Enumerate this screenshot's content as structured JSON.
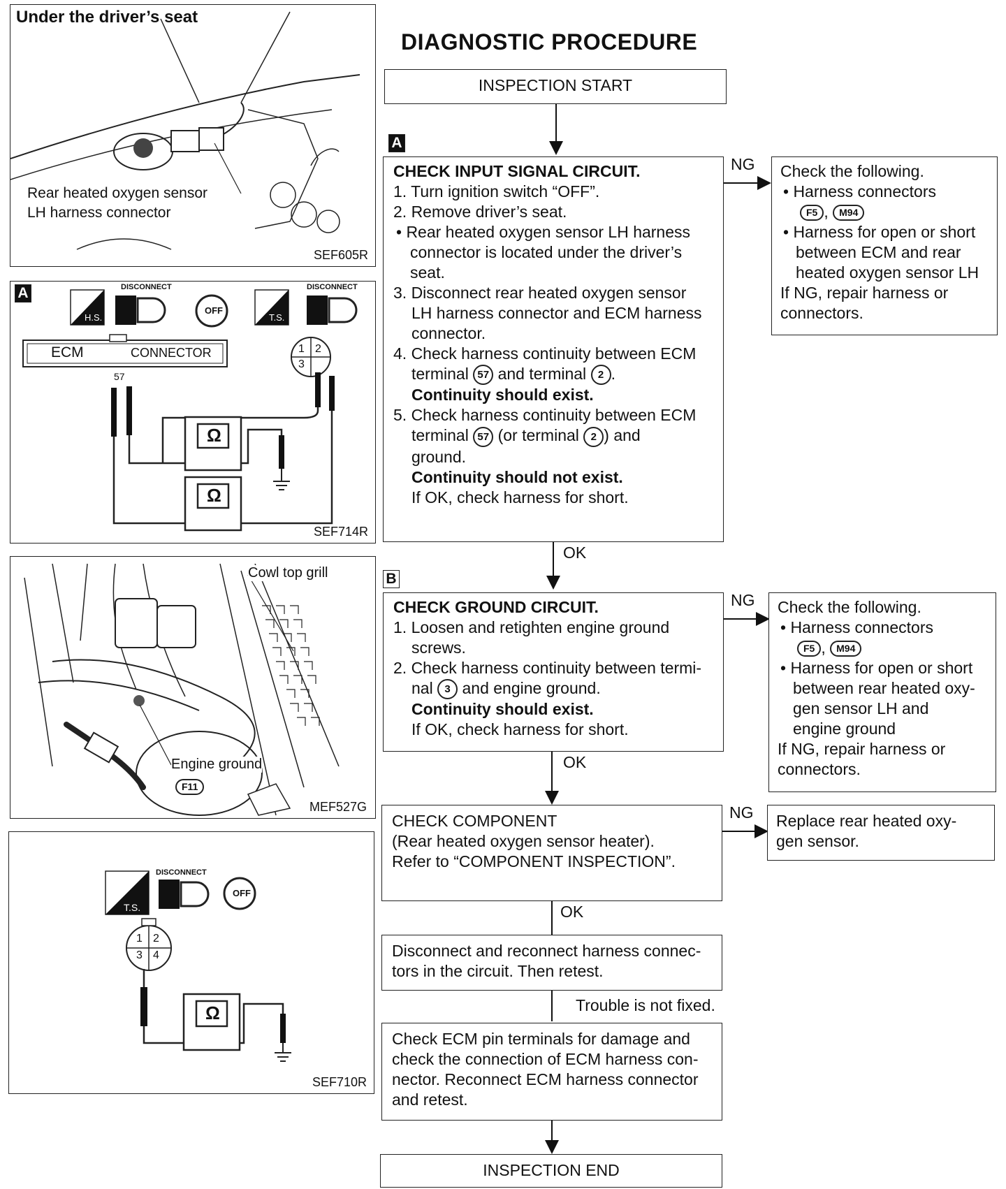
{
  "title": "DIAGNOSTIC PROCEDURE",
  "panel1": {
    "heading": "Under the driver’s seat",
    "label_line1": "Rear heated oxygen sensor",
    "label_line2": "LH harness connector",
    "code": "SEF605R"
  },
  "panel2": {
    "tag": "A",
    "disconnect_1": "DISCONNECT",
    "disconnect_2": "DISCONNECT",
    "hs": "H.S.",
    "ts": "T.S.",
    "off": "OFF",
    "ecm": "ECM",
    "connector": "CONNECTOR",
    "terminal": "57",
    "pins": [
      "1",
      "2",
      "3"
    ],
    "ohm": "Ω",
    "code": "SEF714R"
  },
  "panel3": {
    "cowl": "Cowl top grill",
    "ground": "Engine ground",
    "ground_conn": "F11",
    "code": "MEF527G"
  },
  "panel4": {
    "disconnect": "DISCONNECT",
    "ts": "T.S.",
    "off": "OFF",
    "pins": [
      "1",
      "2",
      "3",
      "4"
    ],
    "ohm": "Ω",
    "code": "SEF710R"
  },
  "flow": {
    "start": "INSPECTION START",
    "tag_a": "A",
    "tag_b": "B",
    "step_a": {
      "heading": "CHECK INPUT SIGNAL CIRCUIT.",
      "l1": "1. Turn ignition switch “OFF”.",
      "l2": "2. Remove driver’s seat.",
      "l3a": "• Rear heated oxygen sensor LH harness",
      "l3b": "connector is located under the driver’s",
      "l3c": "seat.",
      "l4a": "3. Disconnect rear heated oxygen sensor",
      "l4b": "LH harness connector and ECM harness",
      "l4c": "connector.",
      "l5a": "4. Check harness continuity between ECM",
      "l5b_pre": "terminal",
      "t57": "57",
      "l5b_mid": "and terminal",
      "t2": "2",
      "l5b_end": ".",
      "l5c": "Continuity should exist.",
      "l6a": "5. Check harness continuity between ECM",
      "l6b_pre": "terminal",
      "l6b_mid": "(or terminal",
      "l6b_end": ") and",
      "l6c": "ground.",
      "l6d": "Continuity should not exist.",
      "l6e": "If OK, check harness for short."
    },
    "ng_a": {
      "l1": "Check the following.",
      "l2": "• Harness connectors",
      "c1": "F5",
      "c2": "M94",
      "l4": "• Harness for open or short",
      "l5": "between ECM and rear",
      "l6": "heated oxygen sensor LH",
      "l7": "If NG, repair harness or",
      "l8": "connectors."
    },
    "step_b": {
      "heading": "CHECK GROUND CIRCUIT.",
      "l1a": "1. Loosen and retighten engine ground",
      "l1b": "screws.",
      "l2a": "2. Check harness continuity between termi-",
      "l2b_pre": "nal",
      "t3": "3",
      "l2b_end": "and engine ground.",
      "l2c": "Continuity should exist.",
      "l2d": "If OK, check harness for short."
    },
    "ng_b": {
      "l1": "Check the following.",
      "l2": "• Harness connectors",
      "c1": "F5",
      "c2": "M94",
      "l4": "• Harness for open or short",
      "l5": "between rear heated oxy-",
      "l6": "gen sensor LH and",
      "l7": "engine ground",
      "l8": "If NG, repair harness or",
      "l9": "connectors."
    },
    "component": {
      "l1": "CHECK COMPONENT",
      "l2": "(Rear heated oxygen sensor heater).",
      "l3": "Refer to “COMPONENT INSPECTION”."
    },
    "ng_c": {
      "l1": "Replace rear heated oxy-",
      "l2": "gen sensor."
    },
    "reconnect": {
      "l1": "Disconnect and reconnect harness connec-",
      "l2": "tors in the circuit. Then retest."
    },
    "not_fixed": "Trouble is not fixed.",
    "ecm_check": {
      "l1": "Check ECM pin terminals for damage and",
      "l2": "check the connection of ECM harness con-",
      "l3": "nector. Reconnect ECM harness connector",
      "l4": "and retest."
    },
    "end": "INSPECTION END",
    "ng": "NG",
    "ok": "OK"
  }
}
